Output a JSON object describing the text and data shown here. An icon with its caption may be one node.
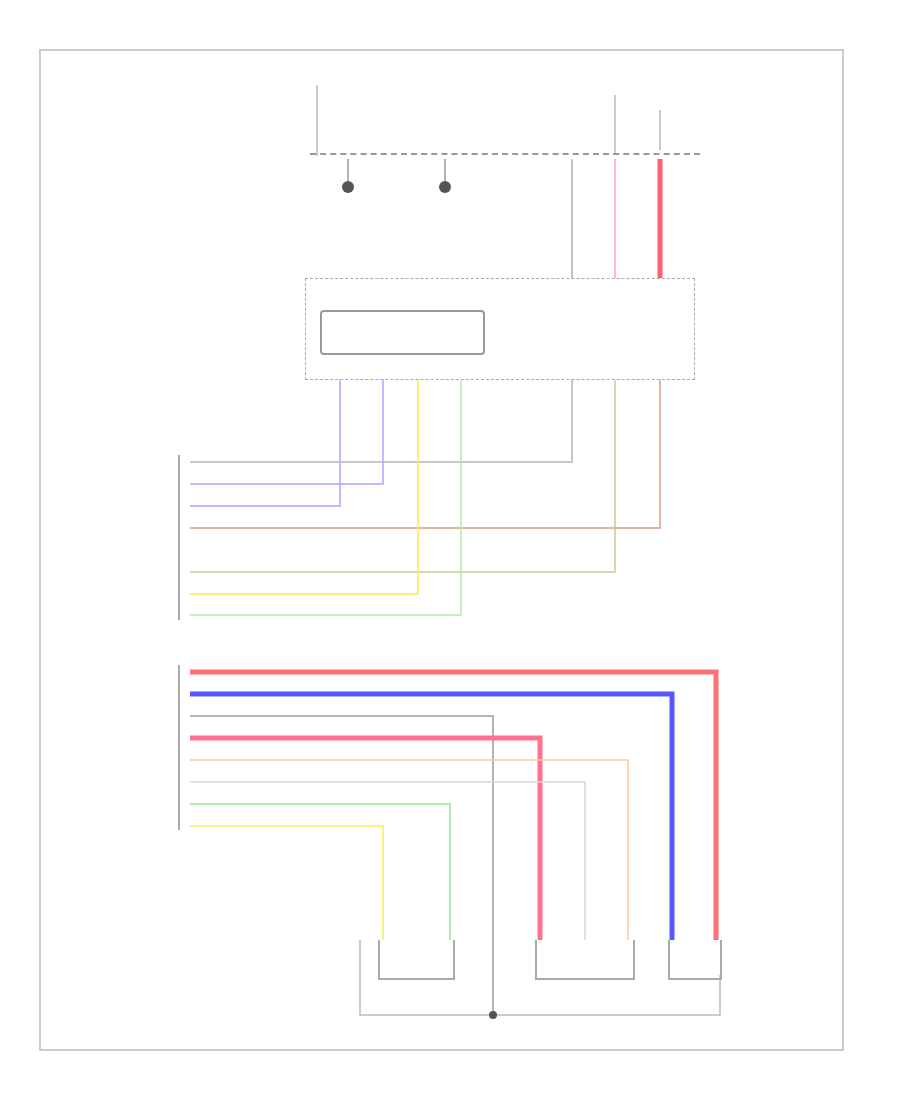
{
  "diagram": {
    "nodes": [
      {
        "text": [],
        "shape": "bar"
      },
      {
        "text": [],
        "shape": "circle"
      },
      {
        "text": [],
        "shape": "circle"
      },
      {
        "text": [],
        "shape": "box"
      },
      {
        "text": [],
        "shape": "box",
        "in": 3
      },
      {
        "text": [],
        "shape": "bar"
      },
      {
        "text": [],
        "shape": "bar"
      },
      {
        "text": [],
        "shape": "box"
      },
      {
        "text": [],
        "shape": "box"
      },
      {
        "text": [],
        "shape": "box"
      },
      {
        "text": [],
        "shape": "circle"
      }
    ],
    "edges": [
      {
        "from": 0,
        "to": 1,
        "arrow": "none",
        "color": "#9a9a9a"
      },
      {
        "from": 0,
        "to": 2,
        "arrow": "none",
        "color": "#9a9a9a"
      },
      {
        "from": 0,
        "to": 3,
        "arrow": "none",
        "color": "#b0b0b0"
      },
      {
        "from": 0,
        "to": 3,
        "arrow": "none",
        "color": "#ffa0b4"
      },
      {
        "from": 0,
        "to": 3,
        "arrow": "none",
        "color": "#ff6070",
        "style": "thick"
      },
      {
        "from": 5,
        "to": 3,
        "arrow": "none",
        "color": "#b8b8b8"
      },
      {
        "from": 5,
        "to": 3,
        "arrow": "none",
        "color": "#a8a8ff"
      },
      {
        "from": 5,
        "to": 3,
        "arrow": "none",
        "color": "#a8a8ff"
      },
      {
        "from": 5,
        "to": 3,
        "arrow": "none",
        "color": "#d8a080"
      },
      {
        "from": 5,
        "to": 3,
        "arrow": "none",
        "color": "#d0c8a0"
      },
      {
        "from": 5,
        "to": 3,
        "arrow": "none",
        "color": "#f4f050"
      },
      {
        "from": 5,
        "to": 3,
        "arrow": "none",
        "color": "#a8f0a8"
      },
      {
        "from": 6,
        "to": 9,
        "arrow": "none",
        "color": "#ff7070",
        "style": "thick"
      },
      {
        "from": 6,
        "to": 9,
        "arrow": "none",
        "color": "#5858ff",
        "style": "thick"
      },
      {
        "from": 6,
        "to": 10,
        "arrow": "none",
        "color": "#9a9a9a"
      },
      {
        "from": 6,
        "to": 8,
        "arrow": "none",
        "color": "#ff7090",
        "style": "thick"
      },
      {
        "from": 6,
        "to": 8,
        "arrow": "none",
        "color": "#ffc8a0"
      },
      {
        "from": 6,
        "to": 8,
        "arrow": "none",
        "color": "#d8d8d8"
      },
      {
        "from": 6,
        "to": 7,
        "arrow": "none",
        "color": "#90e890"
      },
      {
        "from": 6,
        "to": 7,
        "arrow": "none",
        "color": "#f4f060"
      }
    ]
  }
}
